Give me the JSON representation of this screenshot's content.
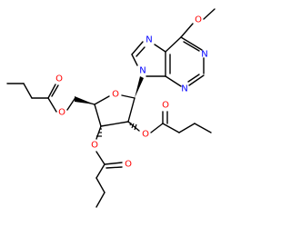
{
  "molecule": {
    "colors": {
      "bond": "#000000",
      "oxygen": "#ff0000",
      "nitrogen": "#0000ff",
      "stereo_bold": "#000000"
    },
    "atom_labels": {
      "o_methoxy": "O",
      "n_pyr_top": "N",
      "n_pyr_bottom": "N",
      "n7": "N",
      "n9": "N",
      "o_ring": "O",
      "o_ester1_single": "O",
      "o_ester1_carbonyl": "O",
      "o_ester2_single": "O",
      "o_ester2_carbonyl": "O",
      "o_ester3_single": "O",
      "o_ester3_carbonyl": "O"
    }
  }
}
